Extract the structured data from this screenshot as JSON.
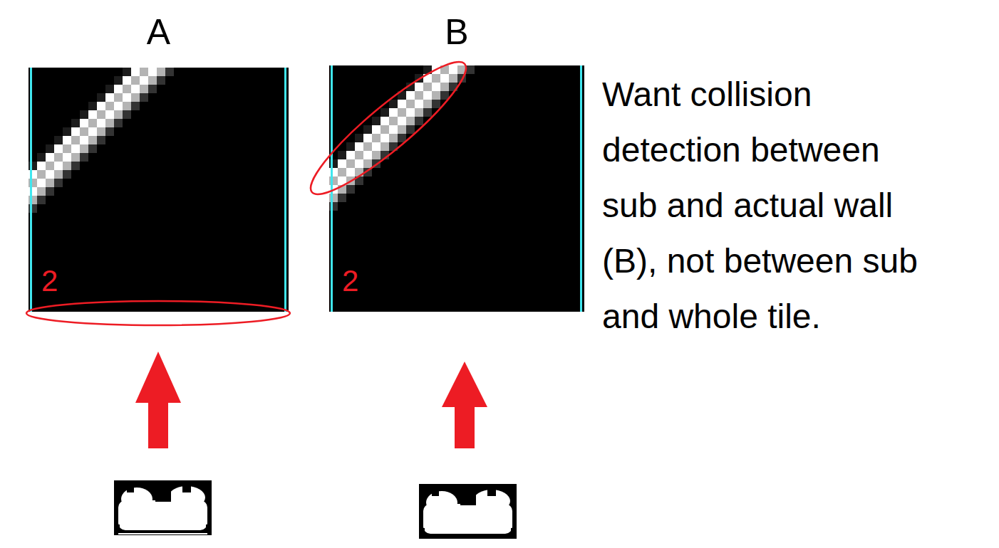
{
  "diagram": {
    "nodes": [
      {
        "text": [
          "A",
          "2"
        ]
      },
      {
        "text": [
          "B",
          "2"
        ]
      }
    ],
    "labels": [
      "Want collision detection between sub and actual wall (B), not between sub and whole tile."
    ]
  }
}
